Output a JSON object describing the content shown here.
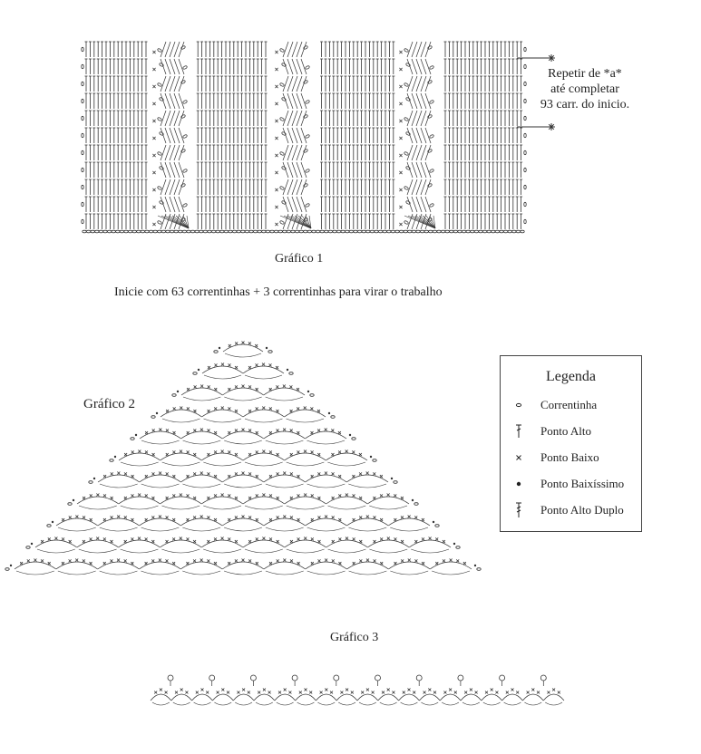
{
  "chart1": {
    "caption": "Gráfico 1",
    "instruction": "Inicie com 63 correntinhas + 3 correntinhas para virar o trabalho",
    "repeat_note": [
      "Repetir de *a*",
      "até completar",
      "93 carr. do inicio."
    ]
  },
  "chart2": {
    "caption": "Gráfico 2"
  },
  "chart3": {
    "caption": "Gráfico 3"
  },
  "legend": {
    "title": "Legenda",
    "items": [
      {
        "symbol": "chain-icon",
        "label": "Correntinha"
      },
      {
        "symbol": "double-crochet-icon",
        "label": "Ponto Alto"
      },
      {
        "symbol": "single-crochet-icon",
        "label": "Ponto Baixo"
      },
      {
        "symbol": "slip-stitch-icon",
        "label": "Ponto Baixíssimo"
      },
      {
        "symbol": "treble-crochet-icon",
        "label": "Ponto Alto Duplo"
      }
    ]
  }
}
